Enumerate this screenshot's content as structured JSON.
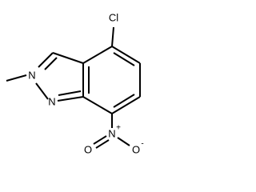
{
  "molecule": {
    "atoms": {
      "cl": "Cl",
      "n_methyl": "N",
      "n_ring": "N",
      "n_nitro": "N",
      "o_double": "O",
      "o_single": "O"
    },
    "charges": {
      "nitro_n": "+",
      "nitro_o": "-"
    }
  }
}
